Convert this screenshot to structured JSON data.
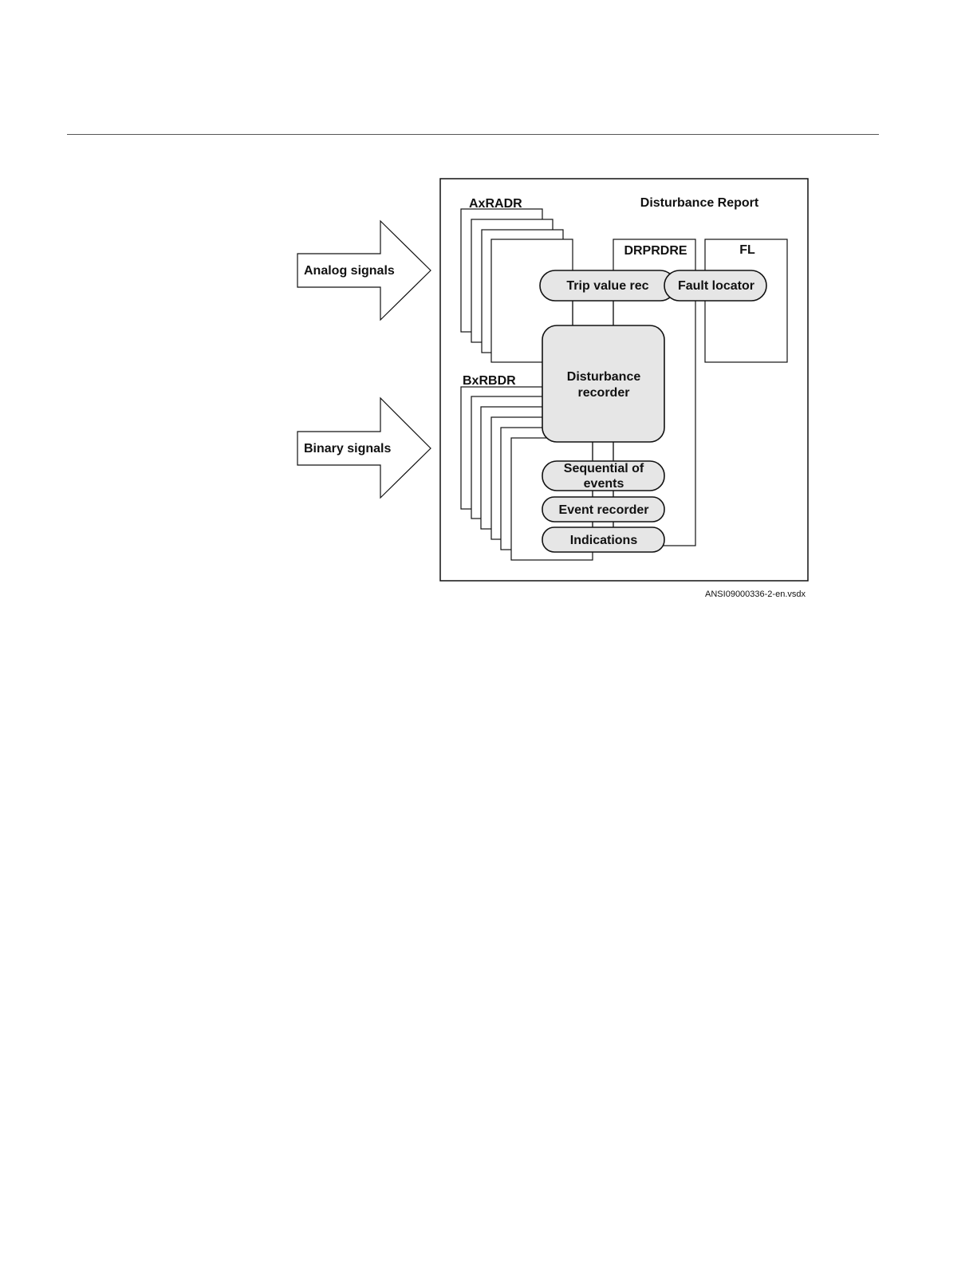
{
  "diagram": {
    "inputs": {
      "analog": "Analog signals",
      "binary": "Binary signals"
    },
    "report_title": "Disturbance Report",
    "analog_stack_label": "AxRADR",
    "binary_stack_label": "BxRBDR",
    "drprdre_label": "DRPRDRE",
    "fl_label": "FL",
    "blocks": {
      "trip_value_rec": "Trip value rec",
      "fault_locator": "Fault locator",
      "disturbance_recorder_line1": "Disturbance",
      "disturbance_recorder_line2": "recorder",
      "sequential_line1": "Sequential of",
      "sequential_line2": "events",
      "event_recorder": "Event recorder",
      "indications": "Indications"
    },
    "file_ref": "ANSI09000336-2-en.vsdx"
  }
}
